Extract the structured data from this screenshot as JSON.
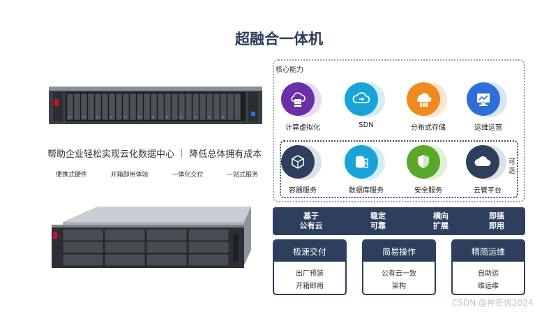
{
  "title": "超融合一体机",
  "tagline": "帮助企业轻松实现云化数据中心 ｜ 降低总体拥有成本",
  "features": [
    "便携式硬件",
    "开箱即用体验",
    "一体化交付",
    "一站式服务"
  ],
  "core": {
    "label": "核心能力",
    "items": [
      {
        "label": "计算虚拟化",
        "icon": "server-stack-icon",
        "color": "#6b2fa8"
      },
      {
        "label": "SDN",
        "icon": "cloud-sync-icon",
        "color": "#1aa3d9"
      },
      {
        "label": "分布式存储",
        "icon": "cloud-storage-icon",
        "color": "#f08a1c"
      },
      {
        "label": "运维运营",
        "icon": "monitor-icon",
        "color": "#2d6fd6"
      },
      {
        "label": "容器服务",
        "icon": "container-cube-icon",
        "color": "#2e3f5e"
      },
      {
        "label": "数据库服务",
        "icon": "database-icon",
        "color": "#1aa3d9"
      },
      {
        "label": "安全服务",
        "icon": "shield-icon",
        "color": "#5aa82a"
      },
      {
        "label": "云管平台",
        "icon": "cloud-icon",
        "color": "#2e3f5e"
      }
    ],
    "optional_note": "可选"
  },
  "bar": [
    {
      "line1": "基于",
      "line2": "公有云"
    },
    {
      "line1": "稳定",
      "line2": "可靠"
    },
    {
      "line1": "横向",
      "line2": "扩展"
    },
    {
      "line1": "即插",
      "line2": "即用"
    }
  ],
  "boxes": [
    {
      "title": "极速交付",
      "line1": "出厂预装",
      "line2": "开箱即用"
    },
    {
      "title": "简易操作",
      "line1": "公有云一致",
      "line2": "架构"
    },
    {
      "title": "精简运维",
      "line1": "自助运",
      "line2": "维运维"
    }
  ],
  "watermark": "CSDN @神奇侠2024"
}
